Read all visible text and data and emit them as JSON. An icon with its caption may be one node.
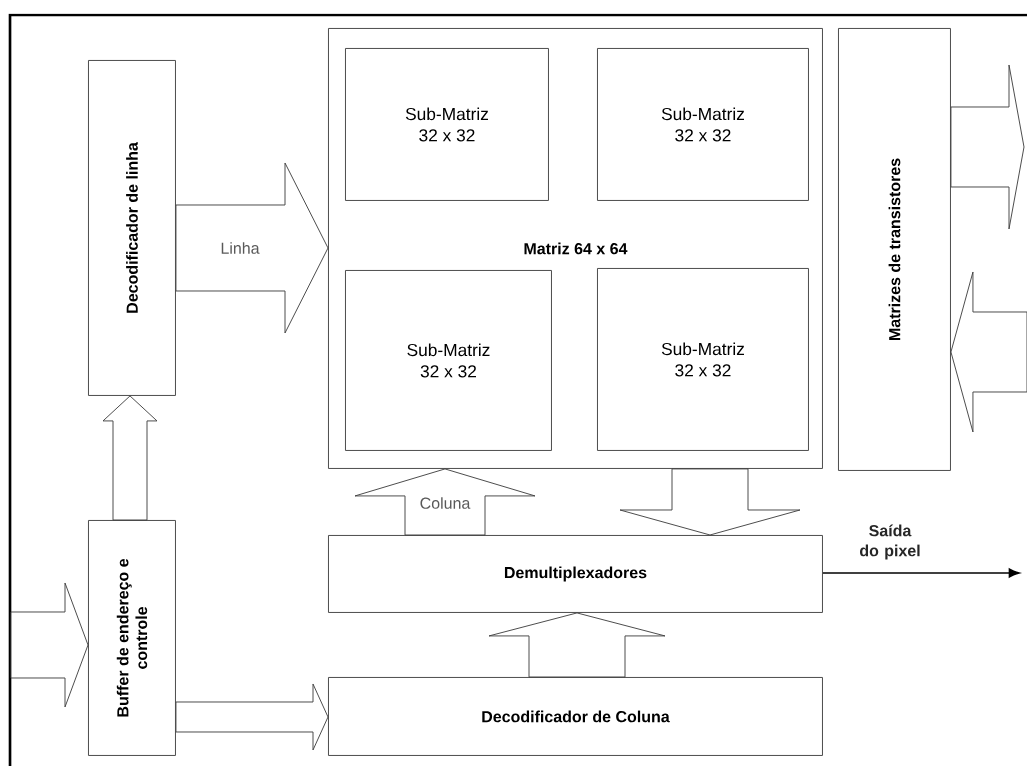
{
  "diagram": {
    "nodes": [
      {
        "text": [
          "Decodificador de linha"
        ]
      },
      {
        "text": [
          "Matriz 64 x 64"
        ]
      },
      {
        "text": [
          "Sub-Matriz 32 x 32"
        ],
        "in": 1
      },
      {
        "text": [
          "Sub-Matriz 32 x 32"
        ],
        "in": 1
      },
      {
        "text": [
          "Sub-Matriz 32 x 32"
        ],
        "in": 1
      },
      {
        "text": [
          "Sub-Matriz 32 x 32"
        ],
        "in": 1
      },
      {
        "text": [
          "Matrizes de transistores"
        ]
      },
      {
        "text": [
          "Buffer de endereço e controle"
        ]
      },
      {
        "text": [
          "Demultiplexadores"
        ]
      },
      {
        "text": [
          "Decodificador de Coluna"
        ]
      }
    ],
    "edges": [
      {
        "from": 0,
        "to": 1,
        "arrow": "to",
        "label": "Linha"
      },
      {
        "from": 7,
        "to": 0,
        "arrow": "to"
      },
      {
        "from": 8,
        "to": 1,
        "arrow": "to",
        "label": "Coluna"
      },
      {
        "from": 1,
        "to": 8,
        "arrow": "to"
      },
      {
        "from": 9,
        "to": 8,
        "arrow": "to"
      },
      {
        "from": 7,
        "to": 9,
        "arrow": "to"
      },
      {
        "from": null,
        "to": 7,
        "arrow": "to"
      },
      {
        "from": 6,
        "to": null,
        "arrow": "to"
      },
      {
        "from": null,
        "to": 6,
        "arrow": "to"
      },
      {
        "from": 8,
        "to": null,
        "arrow": "to",
        "label": "Saída do pixel"
      }
    ]
  }
}
